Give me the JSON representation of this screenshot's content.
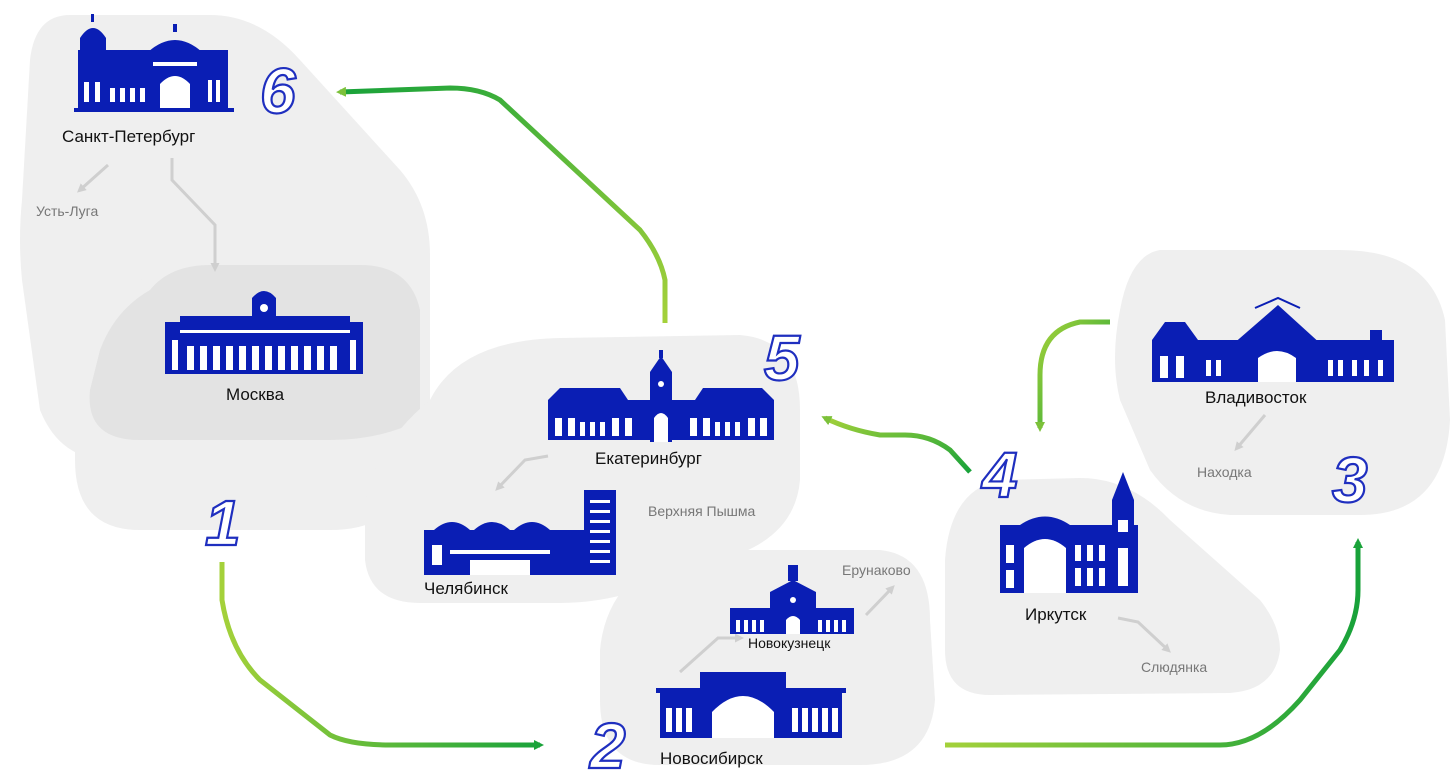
{
  "cities": {
    "spb": "Санкт-Петербург",
    "ust_luga": "Усть-Луга",
    "moscow": "Москва",
    "ekb": "Екатеринбург",
    "v_pyshma": "Верхняя Пышма",
    "chelyabinsk": "Челябинск",
    "erunakovo": "Ерунаково",
    "novokuznetsk": "Новокузнецк",
    "novosibirsk": "Новосибирск",
    "irkutsk": "Иркутск",
    "slyudyanka": "Слюдянка",
    "vladivostok": "Владивосток",
    "nakhodka": "Находка"
  },
  "steps": [
    "1",
    "2",
    "3",
    "4",
    "5",
    "6"
  ],
  "colors": {
    "building": "#0a1eb4",
    "route_start": "#9acd32",
    "route_end": "#1aa33a",
    "step_outline": "#1f2fbf",
    "blob": "#efefef",
    "secondary_arrow": "#cfcfcf"
  }
}
